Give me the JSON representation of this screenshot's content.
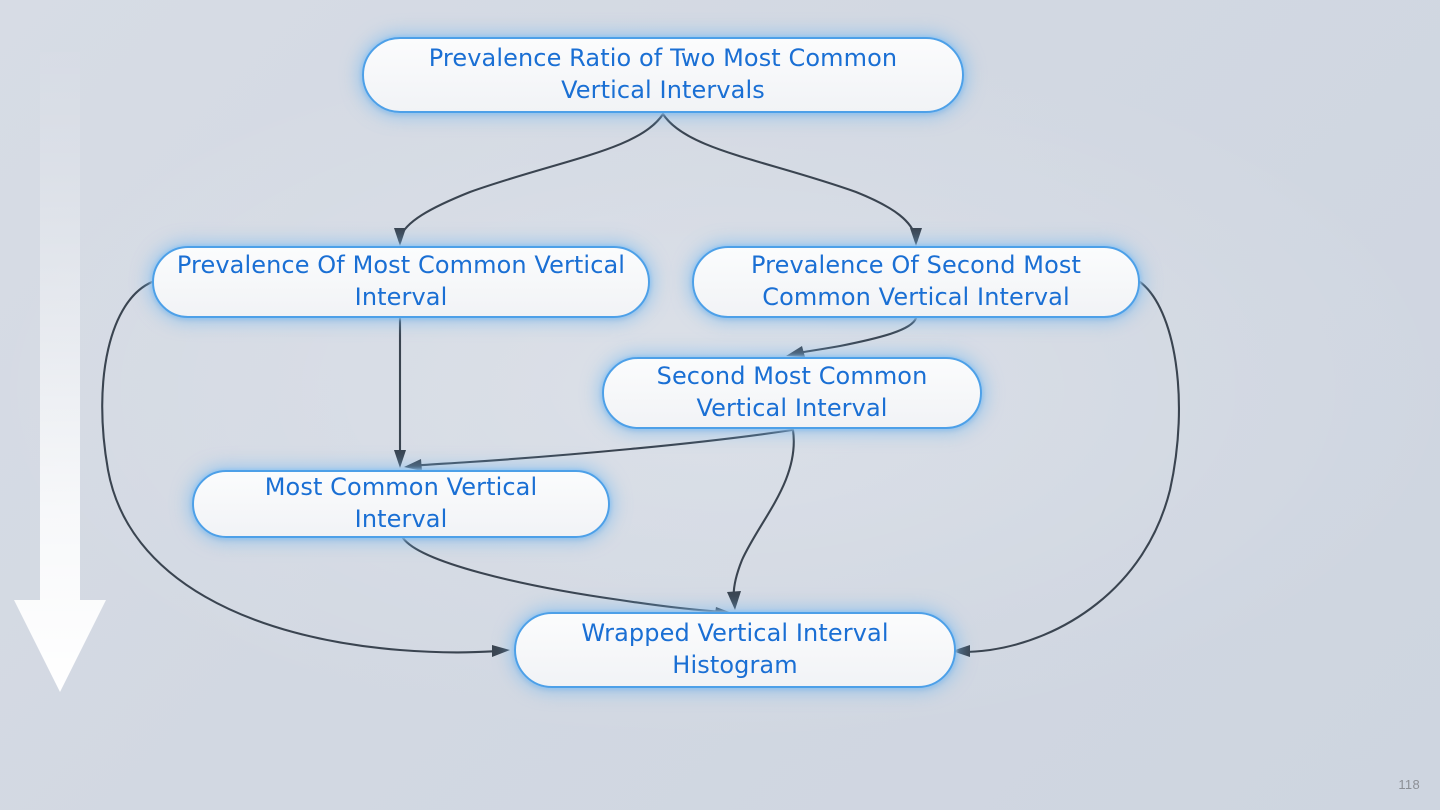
{
  "slide": {
    "page_number": "118",
    "background_color": "#d4dae3"
  },
  "decoration": {
    "arrow_name": "down-arrow-graphic",
    "arrow_direction": "down",
    "arrow_color_top": "rgba(255,255,255,0.05)",
    "arrow_color_bottom": "#ffffff"
  },
  "theme": {
    "node_border": "#4da0e8",
    "node_fill": "#f7f8fa",
    "node_text": "#1a6fd4",
    "connector": "#3a4450",
    "glow": "#78b9f0"
  },
  "diagram": {
    "type": "flow-graph",
    "nodes": [
      {
        "id": "prevalence-ratio",
        "label": "Prevalence Ratio of Two Most Common\nVertical Intervals"
      },
      {
        "id": "prevalence-most",
        "label": "Prevalence Of Most Common Vertical\nInterval"
      },
      {
        "id": "prevalence-second",
        "label": "Prevalence Of Second Most\nCommon Vertical Interval"
      },
      {
        "id": "second-most-common",
        "label": "Second Most Common\nVertical Interval"
      },
      {
        "id": "most-common",
        "label": "Most Common Vertical Interval"
      },
      {
        "id": "wrapped-histogram",
        "label": "Wrapped Vertical Interval\nHistogram"
      }
    ],
    "edges": [
      {
        "from": "prevalence-ratio",
        "to": "prevalence-most"
      },
      {
        "from": "prevalence-ratio",
        "to": "prevalence-second"
      },
      {
        "from": "prevalence-second",
        "to": "second-most-common"
      },
      {
        "from": "prevalence-most",
        "to": "most-common"
      },
      {
        "from": "second-most-common",
        "to": "most-common"
      },
      {
        "from": "second-most-common",
        "to": "wrapped-histogram"
      },
      {
        "from": "most-common",
        "to": "wrapped-histogram"
      },
      {
        "from": "prevalence-most",
        "to": "wrapped-histogram"
      },
      {
        "from": "prevalence-second",
        "to": "wrapped-histogram"
      }
    ]
  }
}
